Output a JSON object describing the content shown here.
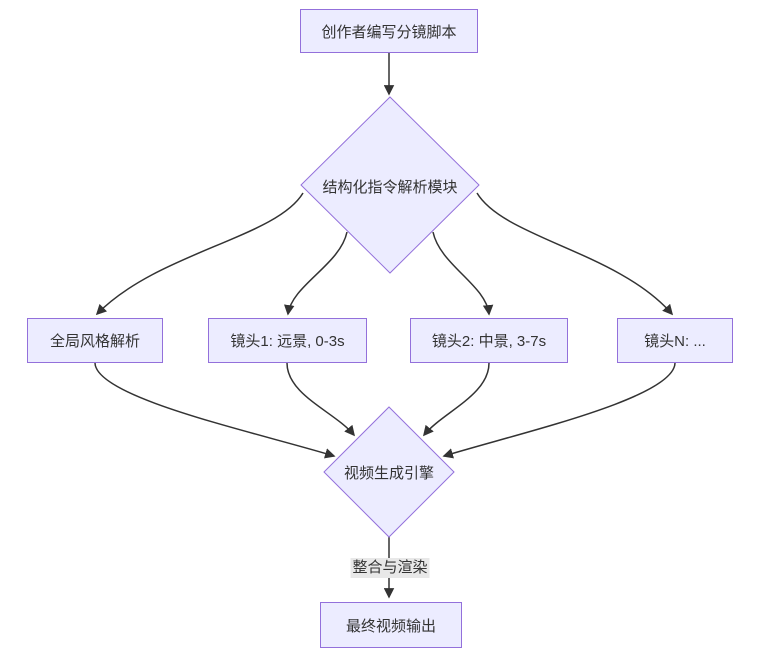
{
  "diagram": {
    "type": "flowchart",
    "colors": {
      "background": "#ffffff",
      "node_fill": "#ECECFF",
      "node_border": "#9370DB",
      "edge_stroke": "#333333",
      "text": "#333333",
      "edge_label_bg": "#e8e8e8"
    },
    "nodes": {
      "script": {
        "label": "创作者编写分镜脚本",
        "shape": "rect"
      },
      "parser": {
        "label": "结构化指令解析模块",
        "shape": "diamond"
      },
      "style": {
        "label": "全局风格解析",
        "shape": "rect"
      },
      "shot1": {
        "label": "镜头1: 远景, 0-3s",
        "shape": "rect"
      },
      "shot2": {
        "label": "镜头2: 中景, 3-7s",
        "shape": "rect"
      },
      "shotN": {
        "label": "镜头N: ...",
        "shape": "rect"
      },
      "engine": {
        "label": "视频生成引擎",
        "shape": "diamond"
      },
      "output": {
        "label": "最终视频输出",
        "shape": "rect"
      }
    },
    "edges": [
      {
        "from": "script",
        "to": "parser",
        "label": ""
      },
      {
        "from": "parser",
        "to": "style",
        "label": ""
      },
      {
        "from": "parser",
        "to": "shot1",
        "label": ""
      },
      {
        "from": "parser",
        "to": "shot2",
        "label": ""
      },
      {
        "from": "parser",
        "to": "shotN",
        "label": ""
      },
      {
        "from": "style",
        "to": "engine",
        "label": ""
      },
      {
        "from": "shot1",
        "to": "engine",
        "label": ""
      },
      {
        "from": "shot2",
        "to": "engine",
        "label": ""
      },
      {
        "from": "shotN",
        "to": "engine",
        "label": ""
      },
      {
        "from": "engine",
        "to": "output",
        "label": "整合与渲染"
      }
    ]
  }
}
